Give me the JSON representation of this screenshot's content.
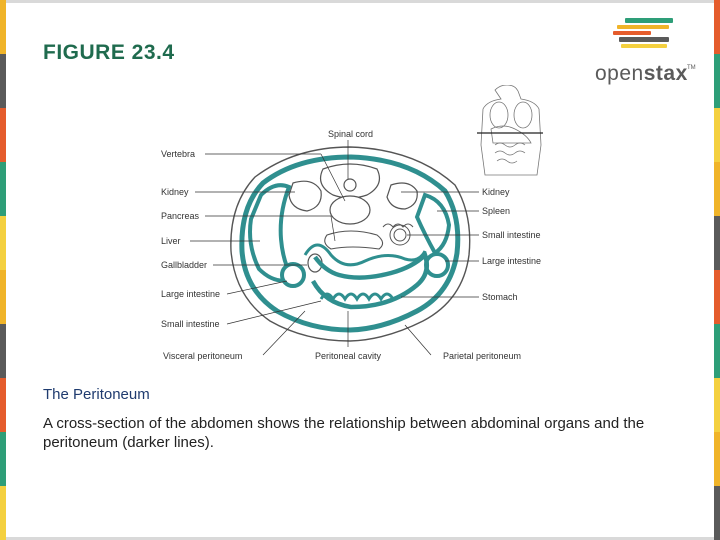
{
  "figure_title": "FIGURE 23.4",
  "logo": {
    "text_light": "open",
    "text_bold": "stax",
    "tm": "TM",
    "bar_colors": [
      "#2e9e78",
      "#f0b429",
      "#e55c2c",
      "#5a5a5a",
      "#f4d03f"
    ]
  },
  "labels": {
    "left": [
      "Vertebra",
      "Kidney",
      "Pancreas",
      "Liver",
      "Gallbladder",
      "Large intestine",
      "Small intestine"
    ],
    "right": [
      "Kidney",
      "Spleen",
      "Small intestine",
      "Large intestine",
      "Stomach"
    ],
    "top": "Spinal cord",
    "bottom": [
      "Visceral peritoneum",
      "Peritoneal cavity",
      "Parietal peritoneum"
    ]
  },
  "caption": {
    "title": "The Peritoneum",
    "text": "A cross-section of the abdomen shows the relationship between abdominal organs and the peritoneum (darker lines)."
  },
  "colors": {
    "title": "#1f6b4e",
    "peritoneum": "#2f8f8f",
    "peritoneum_fill": "#8fd0cf",
    "caption": "#222222",
    "caption_title": "#1f3b6f"
  },
  "stripe_colors": [
    "#f0b429",
    "#5a5a5a",
    "#e55c2c",
    "#2e9e78",
    "#f4d03f",
    "#f0b429",
    "#5a5a5a",
    "#e55c2c",
    "#2e9e78",
    "#f4d03f"
  ]
}
